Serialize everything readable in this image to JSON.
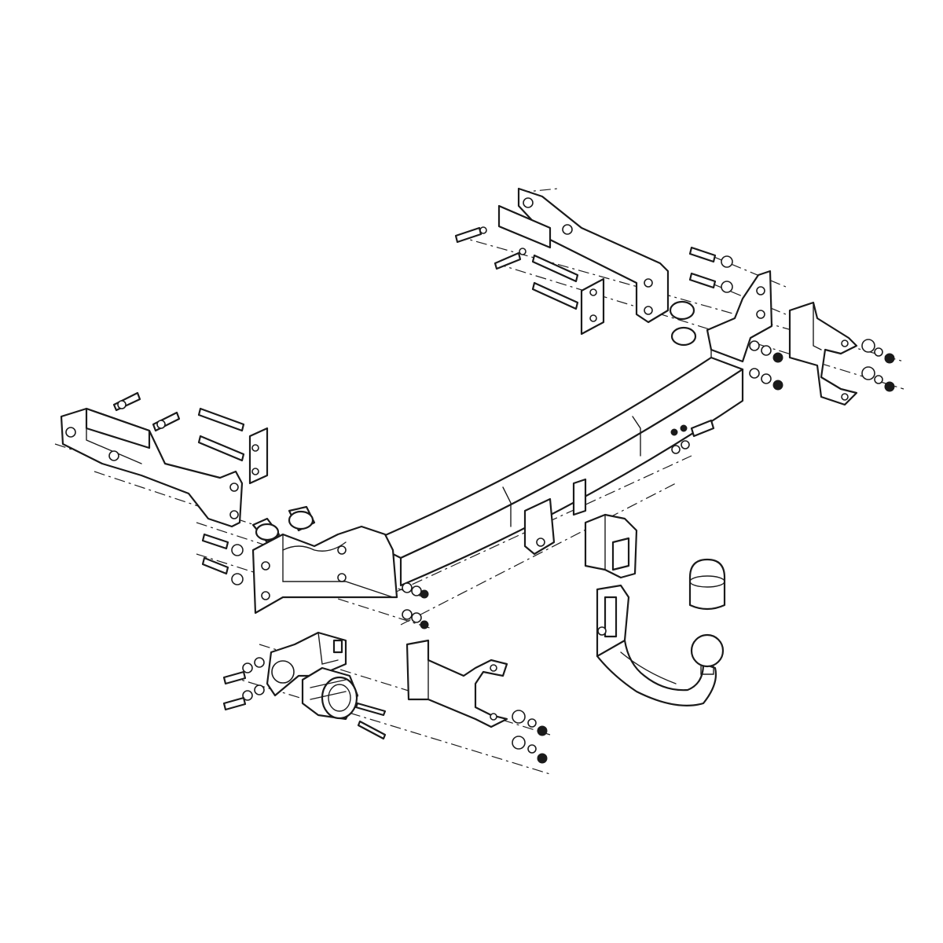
{
  "diagram": {
    "colors": {
      "line": "#1a1a1a",
      "background": "#ffffff"
    },
    "parts": [
      "crossbar-beam",
      "left-bracket-arm",
      "right-bracket-arm",
      "left-side-plate",
      "right-side-plate",
      "center-mount-plate",
      "receiver-socket",
      "detachable-tow-arm",
      "tow-ball",
      "ball-cap",
      "electrical-socket",
      "socket-plate",
      "bumper-bracket-left",
      "bumper-bracket-right",
      "spacer-tubes",
      "bolts",
      "washers",
      "nuts"
    ]
  }
}
